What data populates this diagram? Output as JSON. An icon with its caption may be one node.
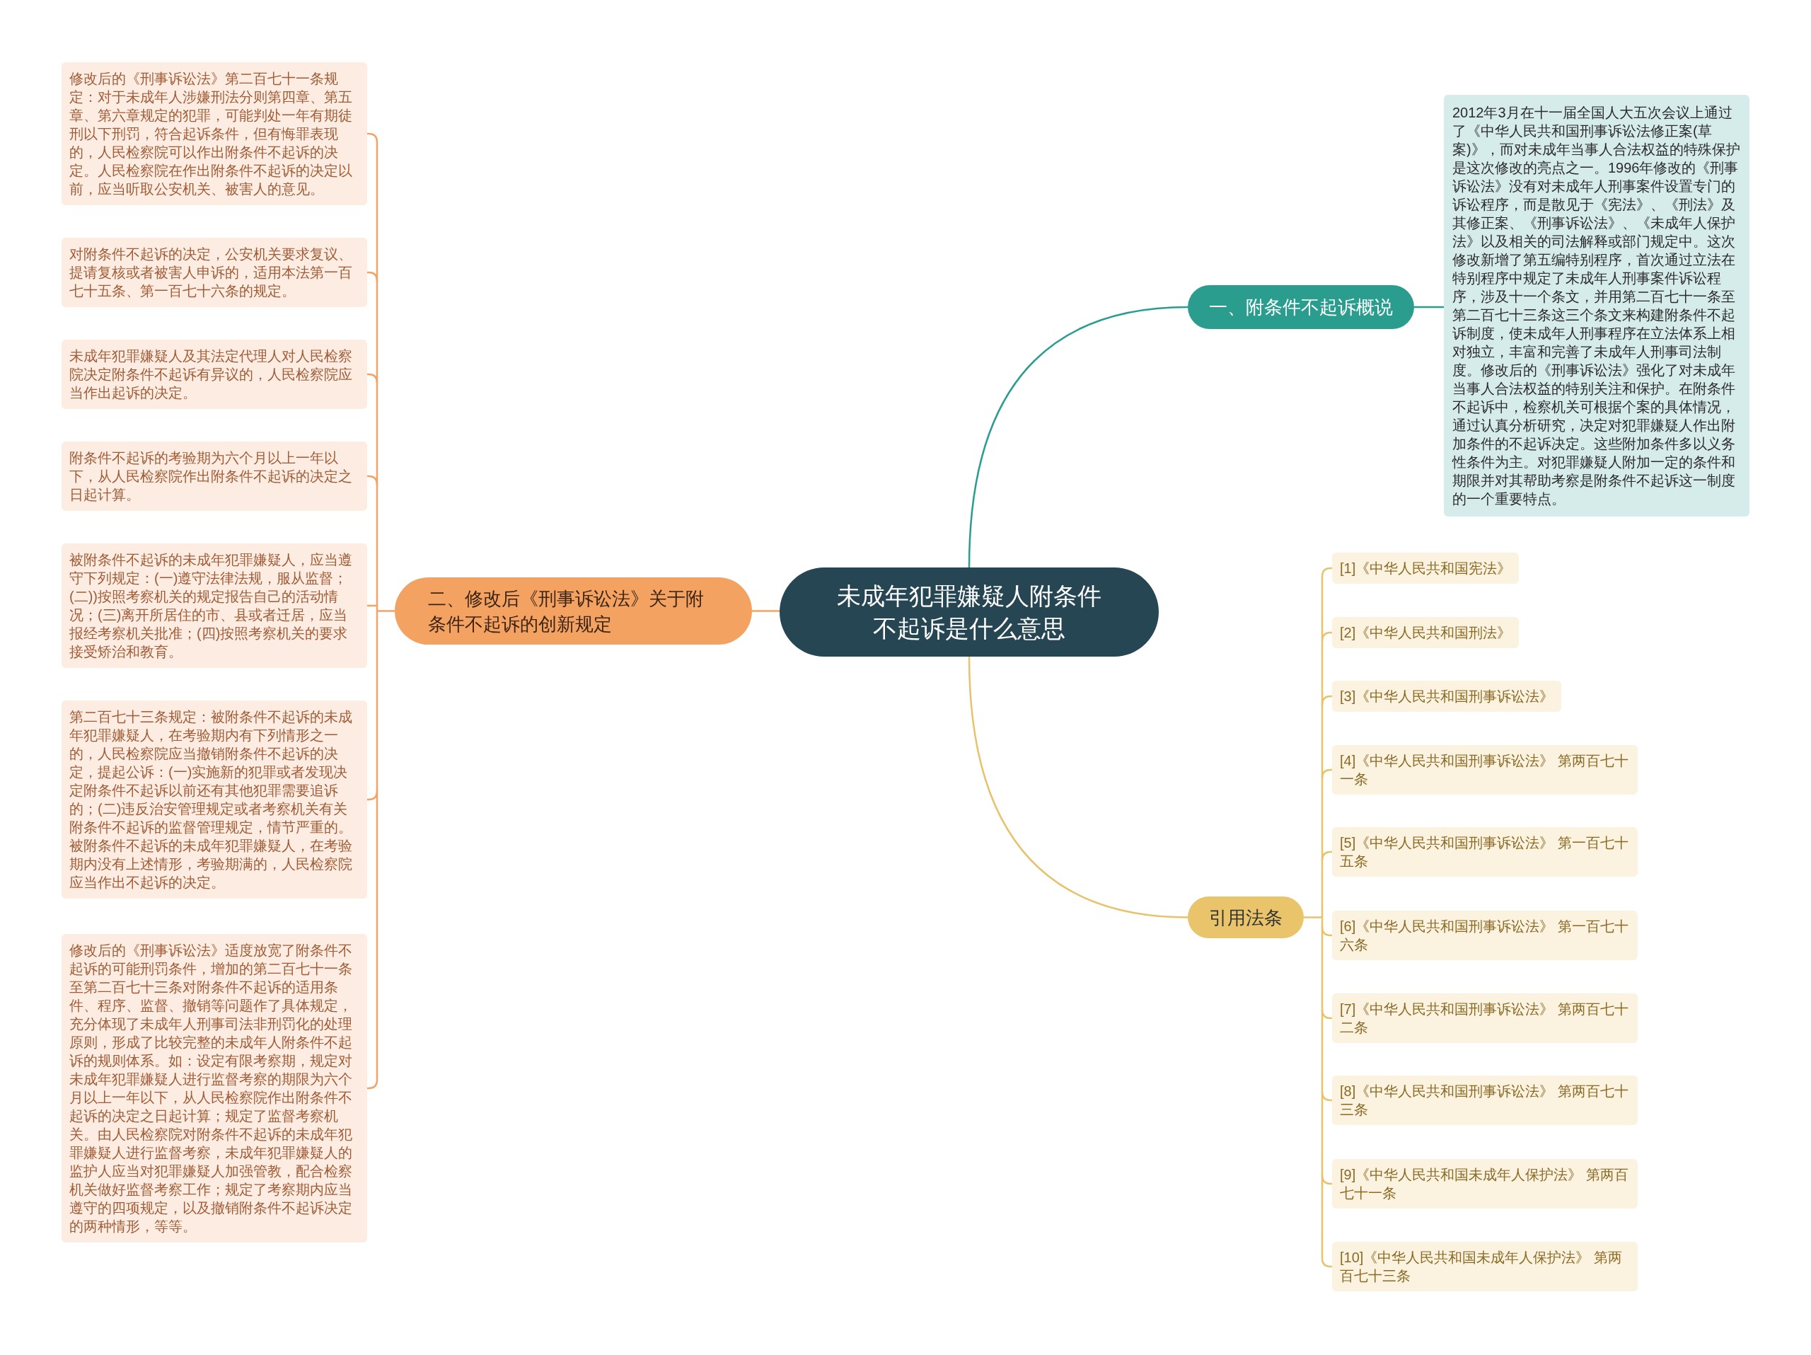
{
  "diagram": {
    "nodes": [
      {
        "text": [
          "未成年犯罪嫌疑人附条件不起诉是什么意思"
        ]
      },
      {
        "text": [
          "一、附条件不起诉概说"
        ]
      },
      {
        "text": [
          "2012年3月在十一届全国人大五次会议上通过了《中华人民共和国刑事诉讼法修正案(草案)》，而对未成年当事人合法权益的特殊保护是这次修改的亮点之一。1996年修改的《刑事诉讼法》没有对未成年人刑事案件设置专门的诉讼程序，而是散见于《宪法》、《刑法》及其修正案、《刑事诉讼法》、《未成年人保护法》以及相关的司法解释或部门规定中。这次修改新增了第五编特别程序，首次通过立法在特别程序中规定了未成年人刑事案件诉讼程序，涉及十一个条文，并用第二百七十一条至第二百七十三条这三个条文来构建附条件不起诉制度，使未成年人刑事程序在立法体系上相对独立，丰富和完善了未成年人刑事司法制度。修改后的《刑事诉讼法》强化了对未成年当事人合法权益的特别关注和保护。在附条件不起诉中，检察机关可根据个案的具体情况，通过认真分析研究，决定对犯罪嫌疑人作出附加条件的不起诉决定。这些附加条件多以义务性条件为主。对犯罪嫌疑人附加一定的条件和期限并对其帮助考察是附条件不起诉这一制度的一个重要特点。"
        ]
      },
      {
        "text": [
          "二、修改后《刑事诉讼法》关于附条件不起诉的创新规定"
        ]
      },
      {
        "text": [
          "修改后的《刑事诉讼法》第二百七十一条规定：对于未成年人涉嫌刑法分则第四章、第五章、第六章规定的犯罪，可能判处一年有期徒刑以下刑罚，符合起诉条件，但有悔罪表现的，人民检察院可以作出附条件不起诉的决定。人民检察院在作出附条件不起诉的决定以前，应当听取公安机关、被害人的意见。"
        ]
      },
      {
        "text": [
          "对附条件不起诉的决定，公安机关要求复议、提请复核或者被害人申诉的，适用本法第一百七十五条、第一百七十六条的规定。"
        ]
      },
      {
        "text": [
          "未成年犯罪嫌疑人及其法定代理人对人民检察院决定附条件不起诉有异议的，人民检察院应当作出起诉的决定。"
        ]
      },
      {
        "text": [
          "附条件不起诉的考验期为六个月以上一年以下，从人民检察院作出附条件不起诉的决定之日起计算。"
        ]
      },
      {
        "text": [
          "被附条件不起诉的未成年犯罪嫌疑人，应当遵守下列规定：(一)遵守法律法规，服从监督；(二))按照考察机关的规定报告自己的活动情况；(三)离开所居住的市、县或者迁居，应当报经考察机关批准；(四)按照考察机关的要求接受矫治和教育。"
        ]
      },
      {
        "text": [
          "第二百七十三条规定：被附条件不起诉的未成年犯罪嫌疑人，在考验期内有下列情形之一的，人民检察院应当撤销附条件不起诉的决定，提起公诉：(一)实施新的犯罪或者发现决定附条件不起诉以前还有其他犯罪需要追诉的；(二)违反治安管理规定或者考察机关有关附条件不起诉的监督管理规定，情节严重的。被附条件不起诉的未成年犯罪嫌疑人，在考验期内没有上述情形，考验期满的，人民检察院应当作出不起诉的决定。"
        ]
      },
      {
        "text": [
          "修改后的《刑事诉讼法》适度放宽了附条件不起诉的可能刑罚条件，增加的第二百七十一条至第二百七十三条对附条件不起诉的适用条件、程序、监督、撤销等问题作了具体规定，充分体现了未成年人刑事司法非刑罚化的处理原则，形成了比较完整的未成年人附条件不起诉的规则体系。如：设定有限考察期，规定对未成年犯罪嫌疑人进行监督考察的期限为六个月以上一年以下，从人民检察院作出附条件不起诉的决定之日起计算；规定了监督考察机关。由人民检察院对附条件不起诉的未成年犯罪嫌疑人进行监督考察，未成年犯罪嫌疑人的监护人应当对犯罪嫌疑人加强管教，配合检察机关做好监督考察工作；规定了考察期内应当遵守的四项规定，以及撤销附条件不起诉决定的两种情形，等等。"
        ]
      },
      {
        "text": [
          "引用法条"
        ]
      },
      {
        "text": [
          "[1]《中华人民共和国宪法》"
        ]
      },
      {
        "text": [
          "[2]《中华人民共和国刑法》"
        ]
      },
      {
        "text": [
          "[3]《中华人民共和国刑事诉讼法》"
        ]
      },
      {
        "text": [
          "[4]《中华人民共和国刑事诉讼法》 第两百七十一条"
        ]
      },
      {
        "text": [
          "[5]《中华人民共和国刑事诉讼法》 第一百七十五条"
        ]
      },
      {
        "text": [
          "[6]《中华人民共和国刑事诉讼法》 第一百七十六条"
        ]
      },
      {
        "text": [
          "[7]《中华人民共和国刑事诉讼法》 第两百七十二条"
        ]
      },
      {
        "text": [
          "[8]《中华人民共和国刑事诉讼法》 第两百七十三条"
        ]
      },
      {
        "text": [
          "[9]《中华人民共和国未成年人保护法》 第两百七十一条"
        ]
      },
      {
        "text": [
          "[10]《中华人民共和国未成年人保护法》 第两百七十三条"
        ]
      }
    ],
    "edges": [
      {
        "from": 0,
        "to": 1,
        "arrow": "none",
        "color": "#2a9d8f"
      },
      {
        "from": 1,
        "to": 2,
        "arrow": "none",
        "color": "#2a9d8f"
      },
      {
        "from": 0,
        "to": 3,
        "arrow": "none",
        "color": "#f2a365"
      },
      {
        "from": 3,
        "to": 4,
        "arrow": "none",
        "color": "#f2a365"
      },
      {
        "from": 3,
        "to": 5,
        "arrow": "none",
        "color": "#f2a365"
      },
      {
        "from": 3,
        "to": 6,
        "arrow": "none",
        "color": "#f2a365"
      },
      {
        "from": 3,
        "to": 7,
        "arrow": "none",
        "color": "#f2a365"
      },
      {
        "from": 3,
        "to": 8,
        "arrow": "none",
        "color": "#f2a365"
      },
      {
        "from": 3,
        "to": 9,
        "arrow": "none",
        "color": "#f2a365"
      },
      {
        "from": 3,
        "to": 10,
        "arrow": "none",
        "color": "#f2a365"
      },
      {
        "from": 0,
        "to": 11,
        "arrow": "none"
      },
      {
        "from": 11,
        "to": 12,
        "arrow": "none"
      },
      {
        "from": 11,
        "to": 13,
        "arrow": "none"
      },
      {
        "from": 11,
        "to": 14,
        "arrow": "none"
      },
      {
        "from": 11,
        "to": 15,
        "arrow": "none"
      },
      {
        "from": 11,
        "to": 16,
        "arrow": "none"
      },
      {
        "from": 11,
        "to": 17,
        "arrow": "none"
      },
      {
        "from": 11,
        "to": 18,
        "arrow": "none"
      },
      {
        "from": 11,
        "to": 19,
        "arrow": "none"
      },
      {
        "from": 11,
        "to": 20,
        "arrow": "none"
      },
      {
        "from": 11,
        "to": 21,
        "arrow": "none"
      }
    ]
  }
}
